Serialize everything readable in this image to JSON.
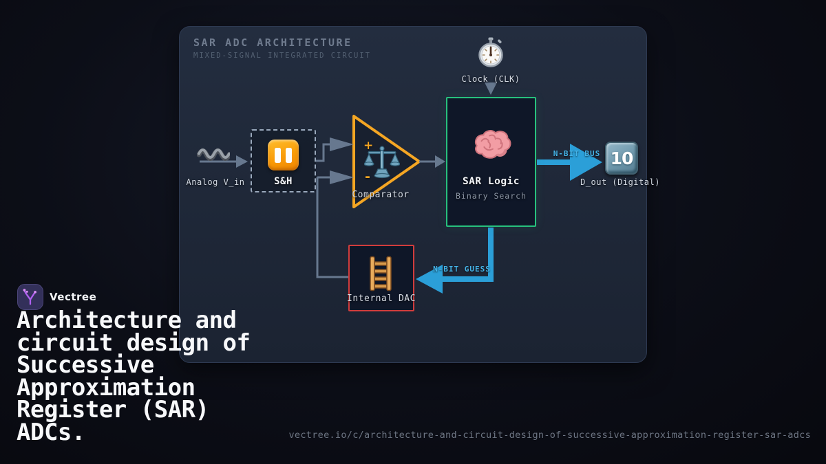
{
  "brand": {
    "name": "Vectree",
    "headline": "Architecture and\ncircuit design of\nSuccessive\nApproximation\nRegister (SAR)\nADCs."
  },
  "footer": {
    "url": "vectree.io/c/architecture-and-circuit-design-of-successive-approximation-register-sar-adcs"
  },
  "diagram": {
    "title": "SAR ADC ARCHITECTURE",
    "subtitle": "MIXED-SIGNAL INTEGRATED CIRCUIT",
    "clock": {
      "label": "Clock (CLK)",
      "icon": "stopwatch"
    },
    "input": {
      "label": "Analog V_in",
      "icon": "wave"
    },
    "sh": {
      "label": "S&H",
      "icon": "pause-button"
    },
    "comparator": {
      "label": "Comparator",
      "plus": "+",
      "minus": "-",
      "icon": "balance-scale"
    },
    "sar": {
      "label": "SAR Logic",
      "sublabel": "Binary Search",
      "icon": "brain"
    },
    "bus": {
      "label": "N-BIT BUS"
    },
    "output": {
      "label": "D_out (Digital)",
      "icon": "keycap-ten",
      "keycap_text": "10"
    },
    "guess": {
      "label": "N-BIT GUESS"
    },
    "dac": {
      "label": "Internal DAC",
      "icon": "ladder"
    },
    "colors": {
      "panel_bg": "#1f2838",
      "accent_orange": "#f5a623",
      "accent_green": "#27c17d",
      "accent_red": "#d23c3c",
      "accent_blue": "#2b9fd8",
      "wire_gray": "#67788f",
      "label_gray": "#d3d9e2"
    }
  }
}
